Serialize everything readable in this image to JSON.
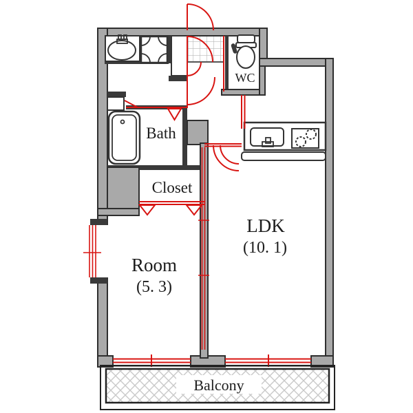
{
  "plan": {
    "type": "apartment-floor-plan",
    "rooms": {
      "ldk": {
        "label": "LDK",
        "area": "(10. 1)"
      },
      "room": {
        "label": "Room",
        "area": "(5. 3)"
      },
      "bath": {
        "label": "Bath"
      },
      "closet": {
        "label": "Closet"
      },
      "wc": {
        "label": "WC"
      },
      "balcony": {
        "label": "Balcony"
      }
    },
    "fixtures": {
      "bathtub": "bathtub-icon",
      "toilet": "toilet-icon",
      "washbasin": "washbasin-icon",
      "washing_machine_pan": "washing-machine-pan-icon",
      "kitchen_sink": "kitchen-sink-icon",
      "gas_stove": "stove-burners-icon",
      "entrance_tiles": "entrance-tile-grid",
      "door_arcs": "red-door-swing-arcs",
      "windows": "red-window-lines"
    },
    "colors": {
      "door_window_red": "#d81512",
      "wall_fill": "#a9a9a9",
      "wall_outline": "#2e2e2e",
      "interior_wall": "#3a3a3a",
      "tile_grid": "#b8b8b8",
      "balcony_hatch": "#c9c9c9",
      "text": "#1c1c1c",
      "background": "#ffffff"
    }
  }
}
